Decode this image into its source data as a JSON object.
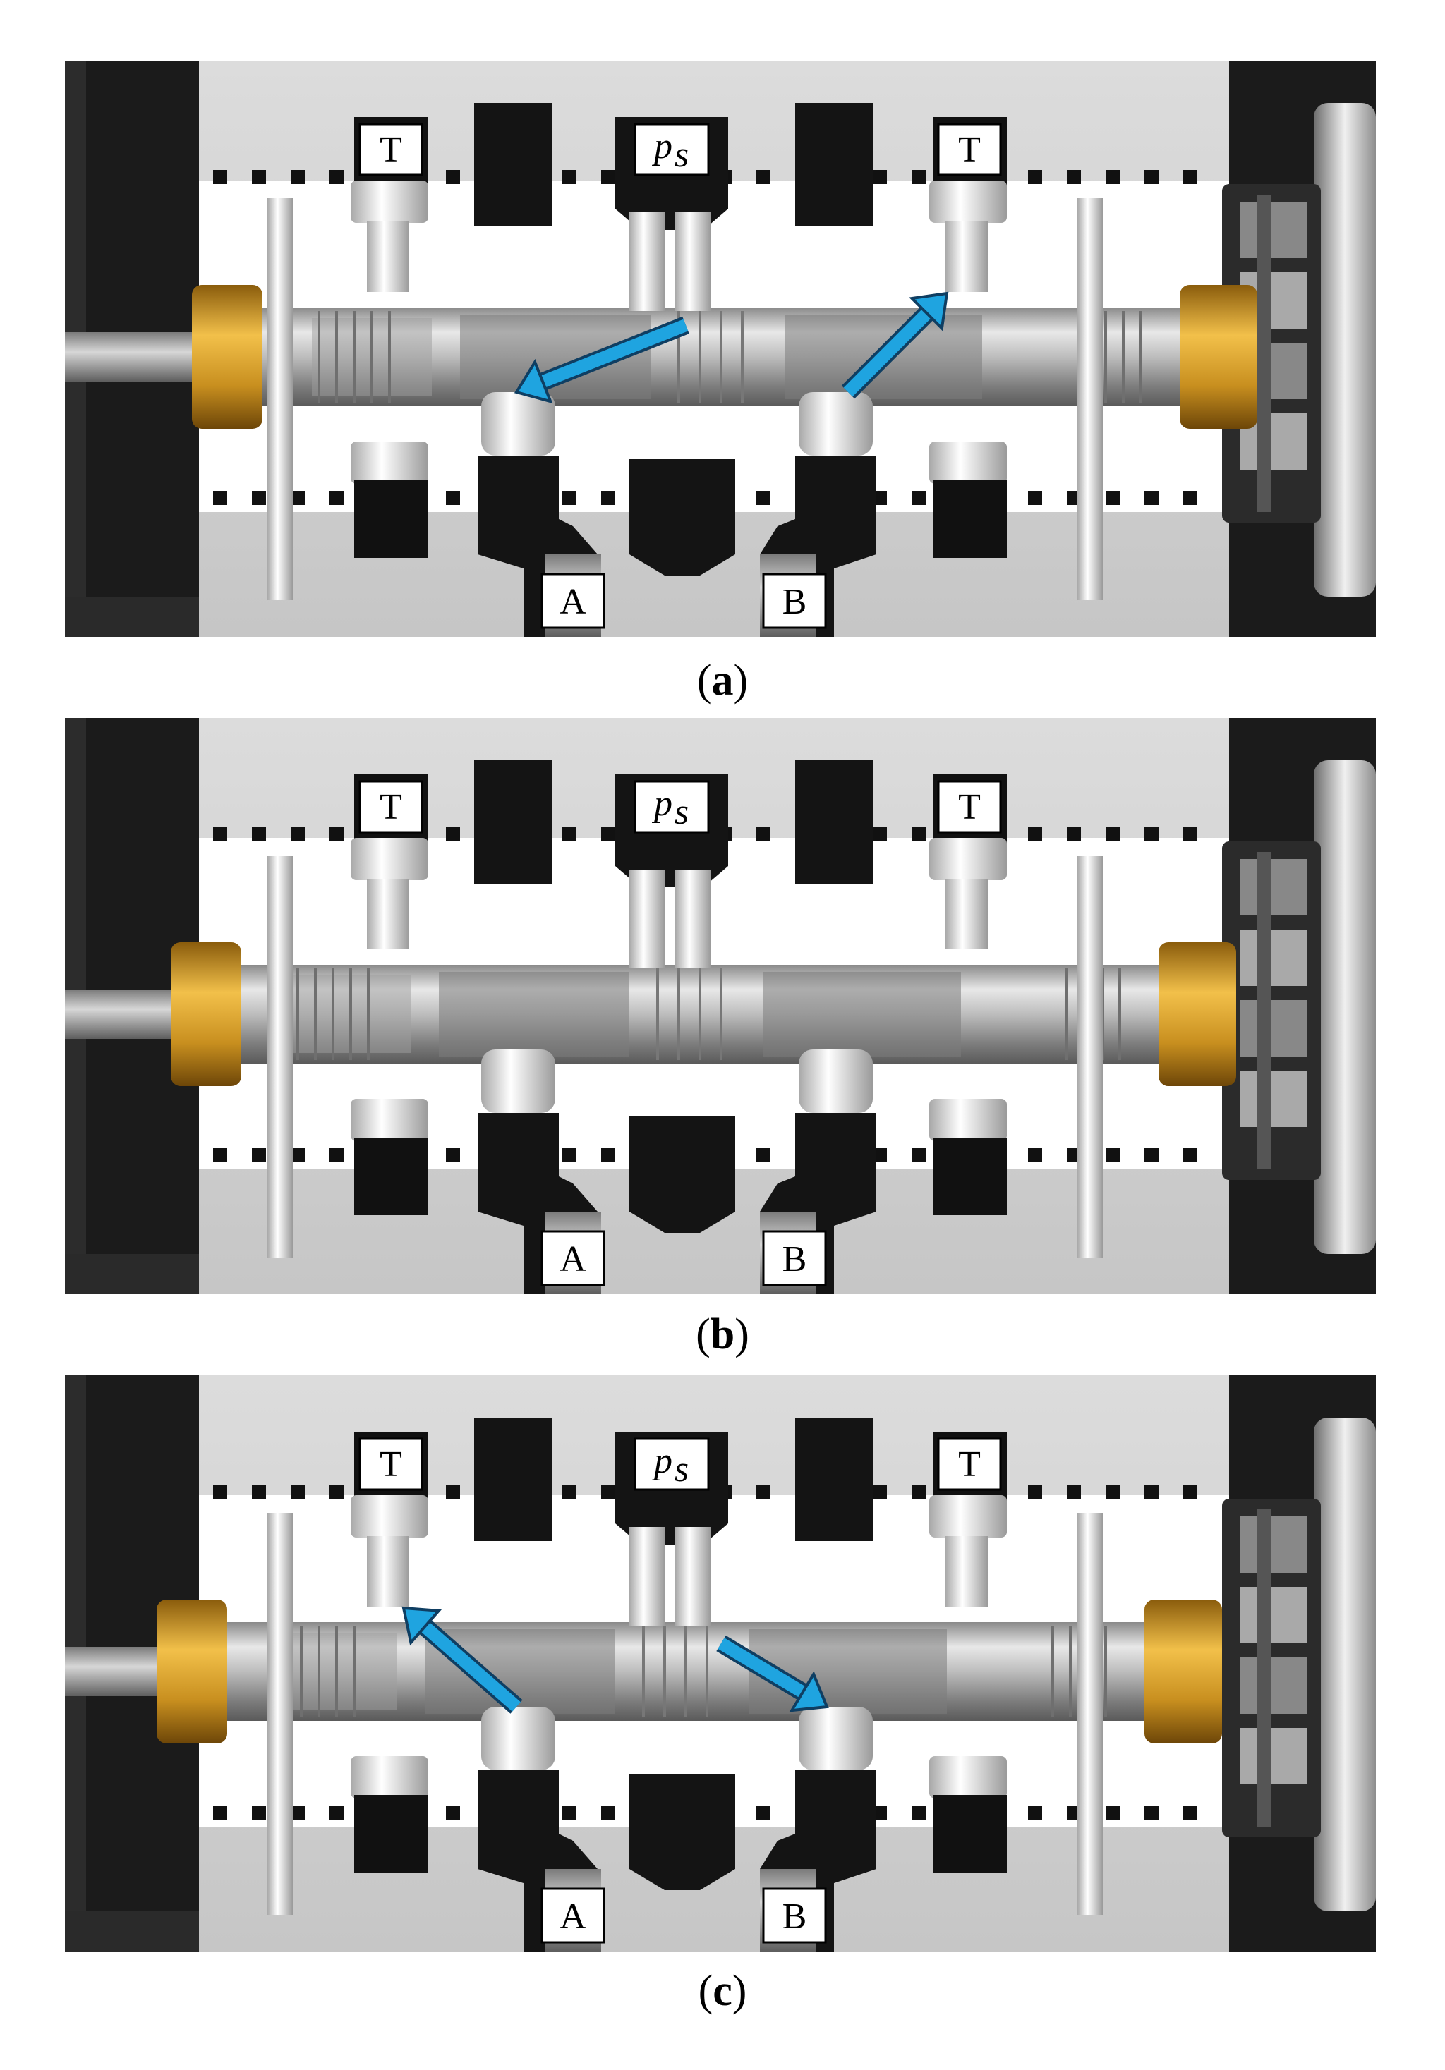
{
  "ports": {
    "tank_left": "T",
    "supply_main": "p",
    "supply_sub": "s",
    "tank_right": "T",
    "work_a": "A",
    "work_b": "B"
  },
  "panels": [
    {
      "caption_open": "(",
      "caption_letter": "a",
      "caption_close": ")",
      "spool_shift": 30,
      "flow_arrows": [
        {
          "from": "P",
          "to": "A"
        },
        {
          "from": "B",
          "to": "T"
        }
      ]
    },
    {
      "caption_open": "(",
      "caption_letter": "b",
      "caption_close": ")",
      "spool_shift": 0,
      "flow_arrows": []
    },
    {
      "caption_open": "(",
      "caption_letter": "c",
      "caption_close": ")",
      "spool_shift": -20,
      "flow_arrows": [
        {
          "from": "A",
          "to": "T"
        },
        {
          "from": "P",
          "to": "B"
        }
      ]
    }
  ],
  "colors": {
    "arrow": "#1fa4e0",
    "brass": "#d39a22",
    "housing": "#cfcfcf",
    "cap": "#1a1a1a",
    "spool": "#b9b9b9",
    "port_dark": "#121212"
  }
}
